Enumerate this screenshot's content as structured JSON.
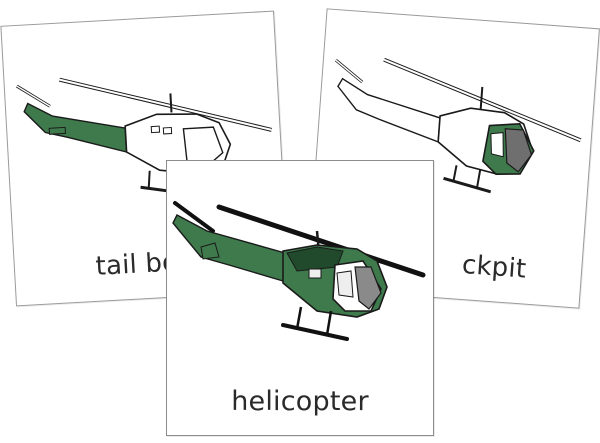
{
  "cards": {
    "left": {
      "label": "tail bo",
      "highlight": "tail-boom"
    },
    "right": {
      "label": "ckpit",
      "highlight": "cockpit"
    },
    "front": {
      "label": "helicopter",
      "highlight": "whole"
    }
  },
  "colors": {
    "green": "#3e7a4c",
    "dark_green": "#214a2c",
    "window_gray": "#8a8a8a",
    "window_light": "#eeeeee",
    "outline": "#1a1a1a",
    "card_border": "#9a9a9a"
  }
}
